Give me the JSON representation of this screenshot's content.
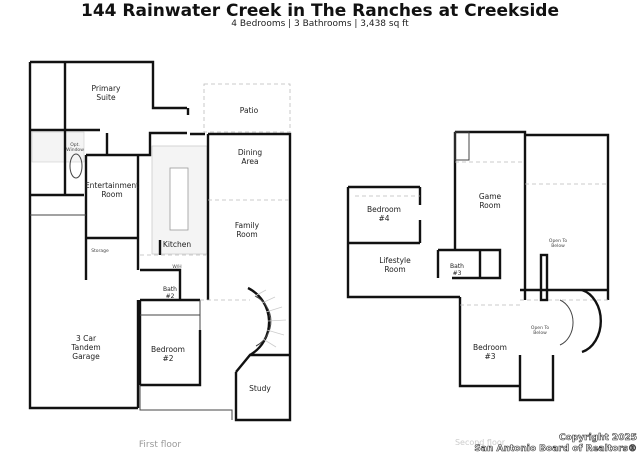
{
  "header": {
    "title": "144 Rainwater Creek in The Ranches at Creekside",
    "subtitle": "4 Bedrooms | 3 Bathrooms | 3,438 sq ft"
  },
  "first_floor": {
    "caption": "First floor",
    "rooms": {
      "primary_suite": [
        "Primary",
        "Suite"
      ],
      "patio": "Patio",
      "dining": [
        "Dining",
        "Area"
      ],
      "opt_window": [
        "Opt.",
        "Window"
      ],
      "entertainment": [
        "Entertainment",
        "Room"
      ],
      "family": [
        "Family",
        "Room"
      ],
      "kitchen": "Kitchen",
      "storage": "Storage",
      "wih": "W/H",
      "bath2": [
        "Bath",
        "#2"
      ],
      "garage": [
        "3 Car",
        "Tandem",
        "Garage"
      ],
      "bedroom2": [
        "Bedroom",
        "#2"
      ],
      "study": "Study"
    }
  },
  "second_floor": {
    "caption": "Second floor",
    "rooms": {
      "game": [
        "Game",
        "Room"
      ],
      "bedroom4": [
        "Bedroom",
        "#4"
      ],
      "lifestyle": [
        "Lifestyle",
        "Room"
      ],
      "bath3": [
        "Bath",
        "#3"
      ],
      "open_below_1": [
        "Open To",
        "Below"
      ],
      "open_below_2": [
        "Open To",
        "Below"
      ],
      "bedroom3": [
        "Bedroom",
        "#3"
      ]
    }
  },
  "watermark": {
    "line1": "Copyright 2025",
    "line2": "San Antonio Board of Realtors®"
  }
}
